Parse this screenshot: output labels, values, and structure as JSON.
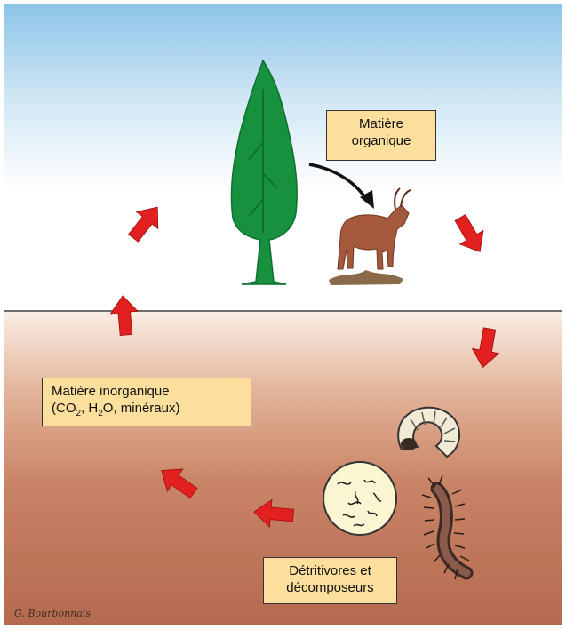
{
  "labels": {
    "organic_line1": "Matière",
    "organic_line2": "organique",
    "inorganic_line1": "Matière inorganique",
    "inorganic_open": "(CO",
    "inorganic_sub1": "2",
    "inorganic_mid": ", H",
    "inorganic_sub2": "2",
    "inorganic_close": "O, minéraux)",
    "detritivores_line1": "Détritivores et",
    "detritivores_line2": "décomposeurs"
  },
  "signature": "G. Bourbonnais",
  "colors": {
    "tree": "#17913d",
    "goat": "#a5593c",
    "arrow": "#e2201f",
    "label_bg": "#fddf9d",
    "sky": "#8cc4e8",
    "soil": "#b46a4e"
  },
  "icons": [
    "tree-icon",
    "goat-icon",
    "grub-icon",
    "millipede-icon",
    "microbe-icon",
    "arrow-icon"
  ]
}
